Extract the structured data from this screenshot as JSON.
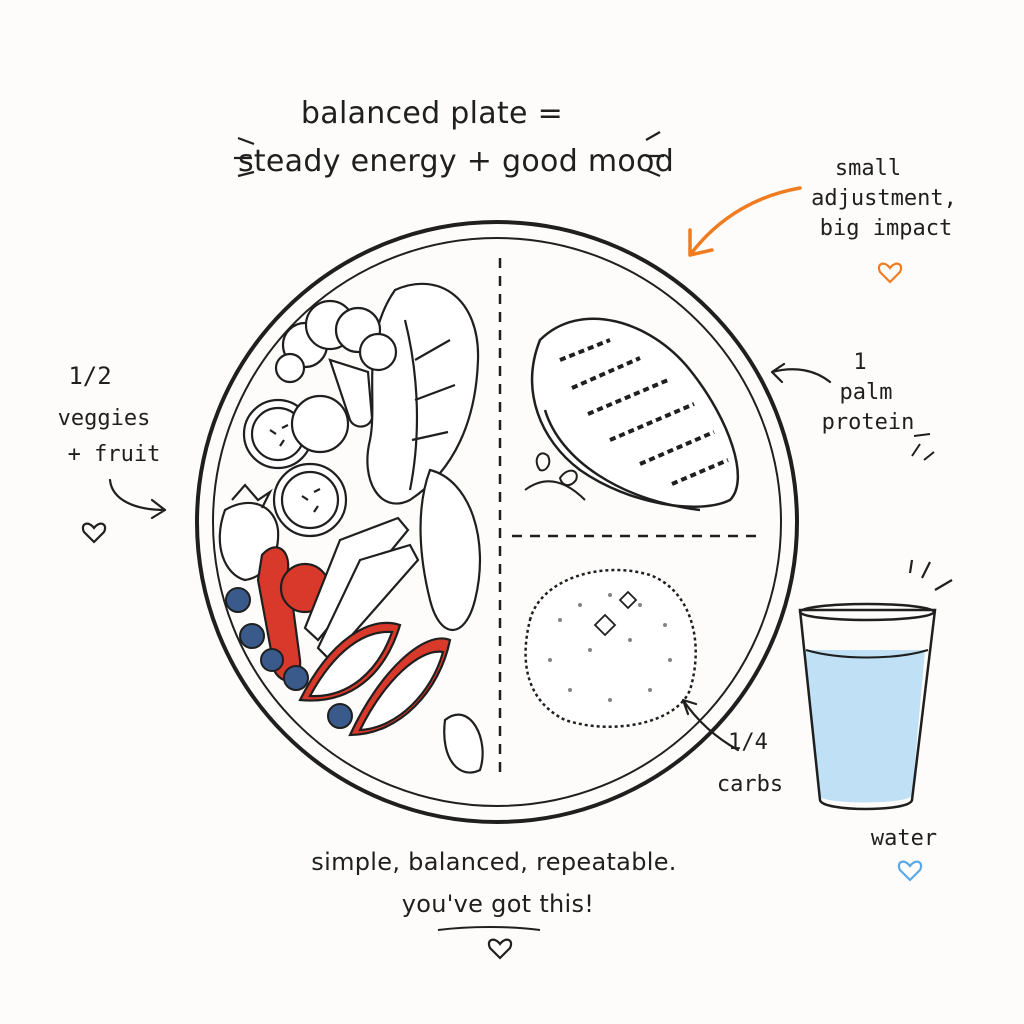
{
  "title": {
    "line1": "balanced plate =",
    "line2": "steady energy + good mood"
  },
  "callouts": {
    "adjustment": {
      "line1": "small",
      "line2": "adjustment,",
      "line3": "big impact",
      "color": "#f07c22"
    },
    "veggies": {
      "fraction": "1/2",
      "line1": "veggies",
      "line2": "+ fruit"
    },
    "protein": {
      "line1": "1",
      "line2": "palm",
      "line3": "protein"
    },
    "carbs": {
      "fraction": "1/4",
      "line1": "carbs"
    },
    "water": {
      "label": "water",
      "heart_color": "#5aa9e6"
    }
  },
  "footer": {
    "line1": "simple, balanced, repeatable.",
    "line2": "you've got this!"
  },
  "colors": {
    "ink": "#1f1f1f",
    "accent_orange": "#f07c22",
    "water_blue": "#bfe0f5",
    "tomato_red": "#d8392b",
    "blueberry": "#3b5a8c"
  },
  "icons": [
    "heart-icon",
    "arrow-icon",
    "broccoli-icon",
    "chicken-icon",
    "rice-icon",
    "water-glass-icon"
  ]
}
